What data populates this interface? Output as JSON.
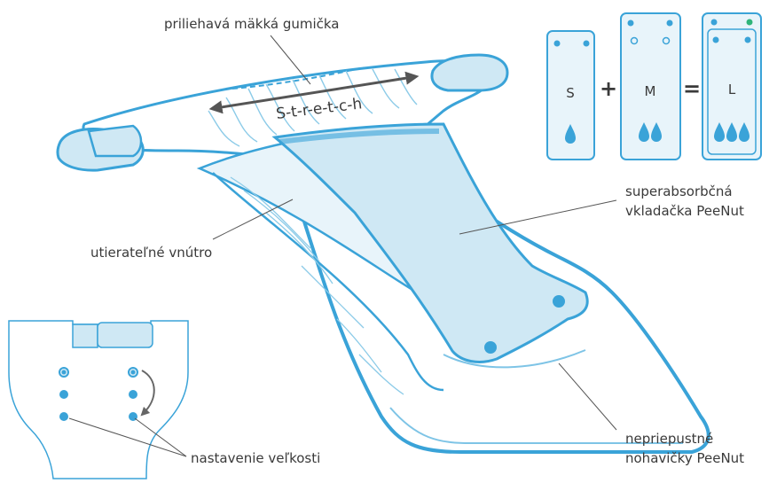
{
  "labels": {
    "waistband": "priliehavá mäkká gumička",
    "stretch": "S-t-r-e-t-c-h",
    "insert": [
      "superabsorbčná",
      "vkladačka PeeNut"
    ],
    "inner": "utierateľné vnútro",
    "cover": [
      "nepriepustné",
      "nohavičky PeeNut"
    ],
    "sizing": "nastavenie veľkosti"
  },
  "sizes": {
    "s": "S",
    "m": "M",
    "l": "L",
    "plus": "+",
    "equals": "="
  },
  "colors": {
    "outline": "#3aa3d8",
    "fill_light": "#cfe8f4",
    "fill_pale": "#e8f4fa",
    "text": "#3a3a3a",
    "arrow": "#555555",
    "snap_green": "#2fb57a"
  }
}
